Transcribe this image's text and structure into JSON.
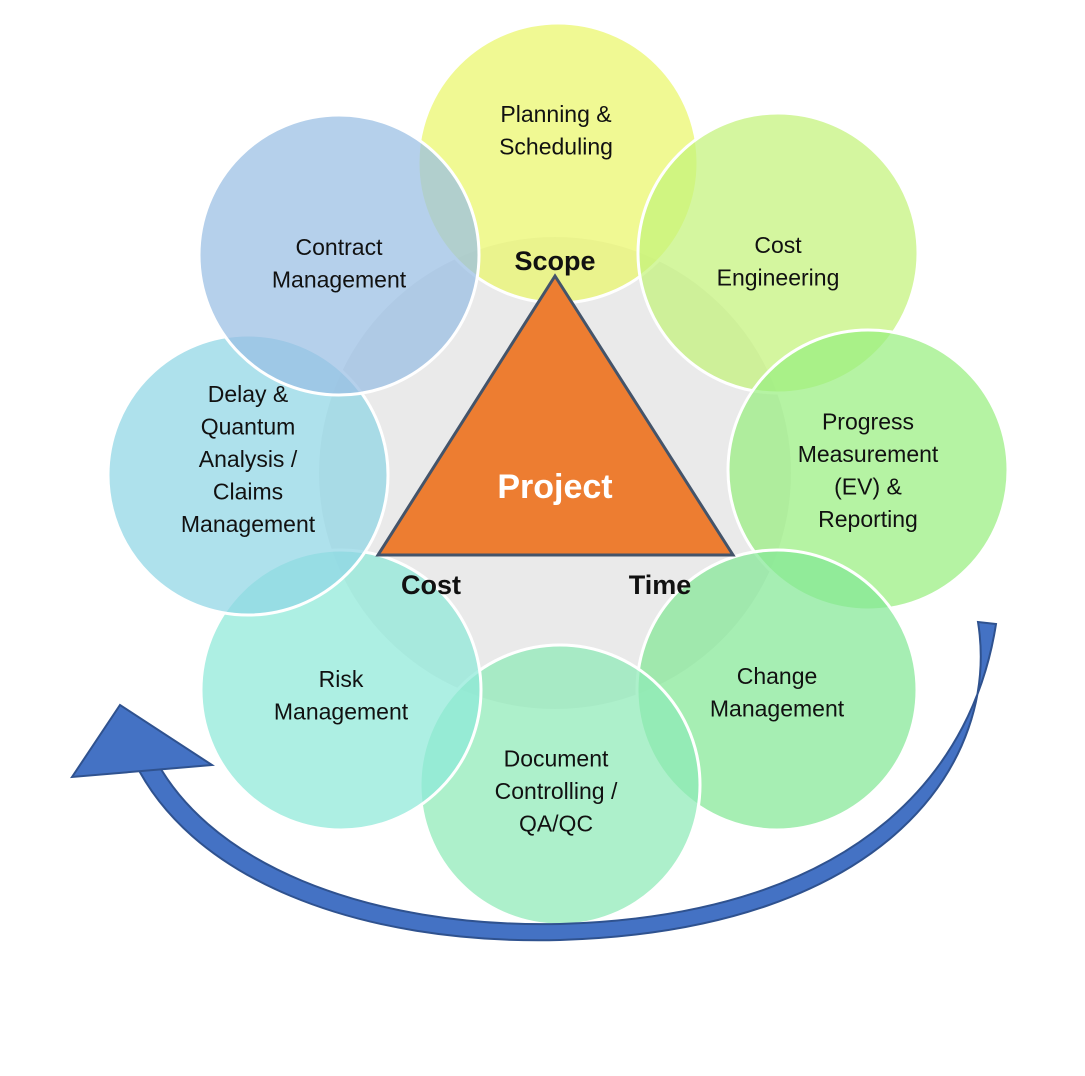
{
  "diagram": {
    "center": {
      "label": "Project",
      "fill": "#ED7D31",
      "stroke": "#44546A"
    },
    "triangle_vertices": [
      {
        "id": "scope",
        "label": "Scope"
      },
      {
        "id": "cost",
        "label": "Cost"
      },
      {
        "id": "time",
        "label": "Time"
      }
    ],
    "core_circle_fill": "#EAEAEA",
    "functions": [
      {
        "id": "planning-scheduling",
        "lines": [
          "Planning &",
          "Scheduling"
        ],
        "color": "#EAF76A"
      },
      {
        "id": "cost-engineering",
        "lines": [
          "Cost",
          "Engineering"
        ],
        "color": "#C4F27A"
      },
      {
        "id": "progress-measurement",
        "lines": [
          "Progress",
          "Measurement",
          "(EV) &",
          "Reporting"
        ],
        "color": "#98EE80"
      },
      {
        "id": "change-management",
        "lines": [
          "Change",
          "Management"
        ],
        "color": "#84E895"
      },
      {
        "id": "document-controlling",
        "lines": [
          "Document",
          "Controlling /",
          "QA/QC"
        ],
        "color": "#8EEAB7"
      },
      {
        "id": "risk-management",
        "lines": [
          "Risk",
          "Management"
        ],
        "color": "#8EE9D8"
      },
      {
        "id": "delay-quantum",
        "lines": [
          "Delay &",
          "Quantum",
          "Analysis /",
          "Claims",
          "Management"
        ],
        "color": "#8FD6E5"
      },
      {
        "id": "contract-management",
        "lines": [
          "Contract",
          "Management"
        ],
        "color": "#98BEE3"
      }
    ],
    "cycle_arrow": {
      "direction": "counter-clockwise",
      "fill": "#4472C4",
      "stroke": "#2F528F"
    }
  }
}
